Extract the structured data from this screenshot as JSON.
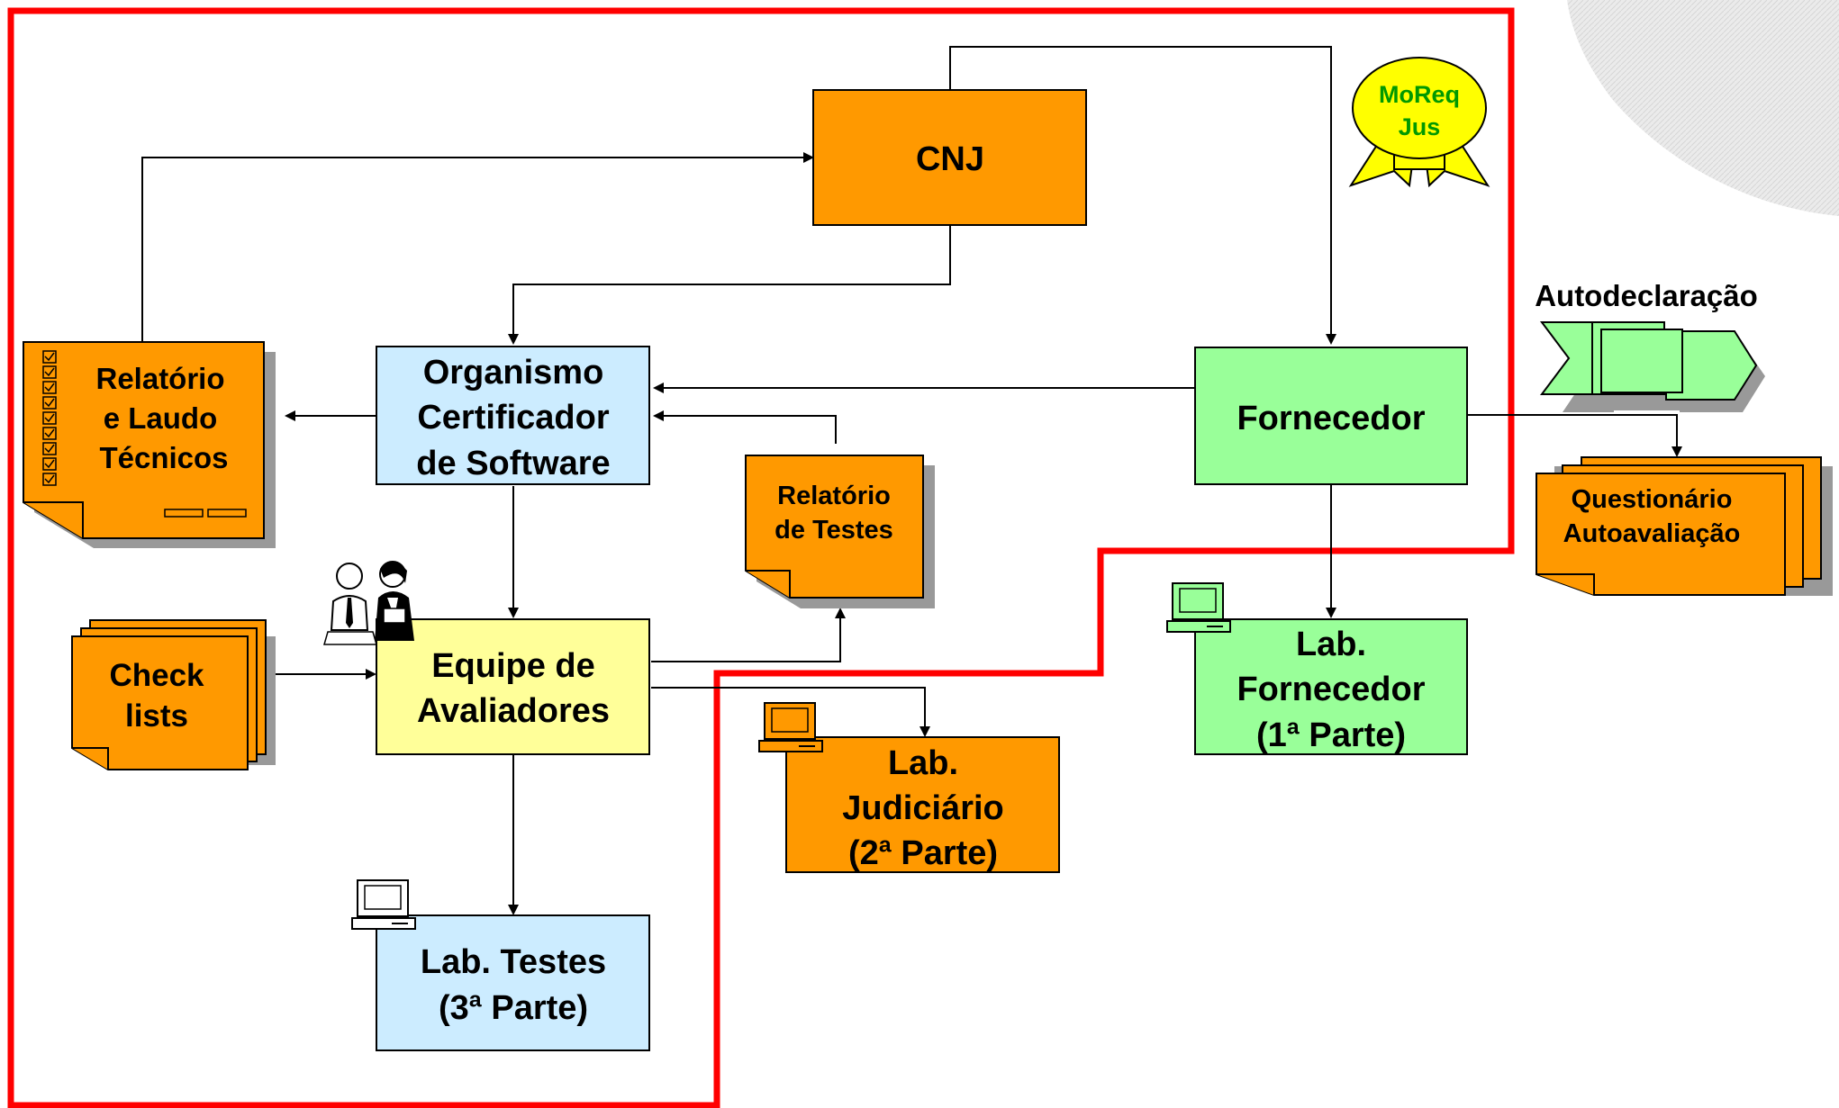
{
  "nodes": {
    "cnj": {
      "label": "CNJ"
    },
    "organismo": {
      "lines": [
        "Organismo",
        "Certificador",
        "de Software"
      ]
    },
    "fornecedor": {
      "label": "Fornecedor"
    },
    "equipe": {
      "lines": [
        "Equipe de",
        "Avaliadores"
      ]
    },
    "lab_testes": {
      "lines": [
        "Lab. Testes",
        "(3ª Parte)"
      ]
    },
    "lab_judiciario": {
      "lines": [
        "Lab.",
        "Judiciário",
        "(2ª Parte)"
      ]
    },
    "lab_fornecedor": {
      "lines": [
        "Lab.",
        "Fornecedor",
        "(1ª Parte)"
      ]
    }
  },
  "documents": {
    "relatorio_laudo": {
      "lines": [
        "Relatório",
        "e Laudo",
        "Técnicos"
      ]
    },
    "relatorio_testes": {
      "lines": [
        "Relatório",
        "de Testes"
      ]
    },
    "checklists": {
      "lines": [
        "Check",
        "lists"
      ]
    },
    "questionario": {
      "lines": [
        "Questionário",
        "Autoavaliação"
      ]
    }
  },
  "badge": {
    "lines": [
      "MoReq",
      "Jus"
    ]
  },
  "autodeclaracao": {
    "label": "Autodeclaração"
  },
  "colors": {
    "orange": "#FF9900",
    "light_blue": "#CCECFF",
    "light_green": "#99FF99",
    "light_yellow": "#FFFF99",
    "boundary_red": "#FF0000",
    "badge_yellow": "#FFFF00",
    "badge_text_green": "#009900",
    "shadow_gray": "#999999"
  },
  "icons": [
    "computer-icon",
    "people-icon",
    "checkbox-list-icon",
    "badge-ribbon-icon",
    "banner-icon"
  ]
}
